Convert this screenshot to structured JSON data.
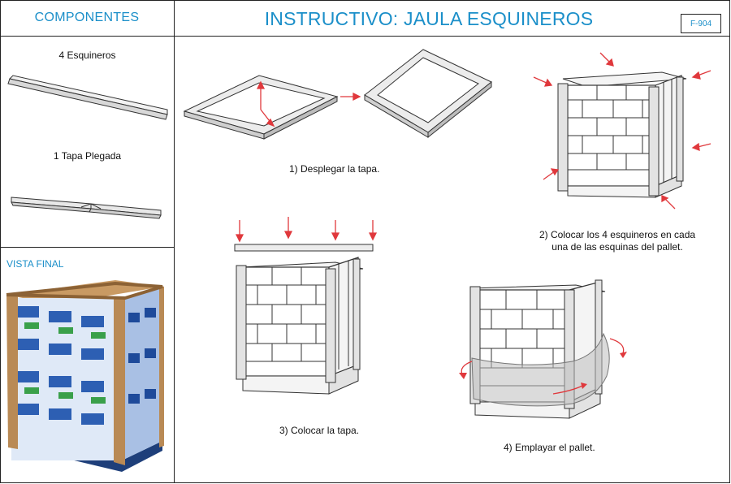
{
  "header": {
    "left_title": "COMPONENTES",
    "main_title": "INSTRUCTIVO: JAULA ESQUINEROS",
    "code": "F-904"
  },
  "components": {
    "corners_label": "4 Esquineros",
    "lid_label": "1 Tapa Plegada"
  },
  "final_view": {
    "title": "VISTA FINAL"
  },
  "steps": [
    {
      "label": "1) Desplegar la tapa."
    },
    {
      "label_line1": "2) Colocar los 4 esquineros en cada",
      "label_line2": "una de las esquinas del pallet."
    },
    {
      "label": "3) Colocar la tapa."
    },
    {
      "label": "4) Emplayar el pallet."
    }
  ],
  "colors": {
    "accent": "#1b8fc9",
    "arrow": "#e0383c",
    "frame": "#e3e3e3"
  }
}
